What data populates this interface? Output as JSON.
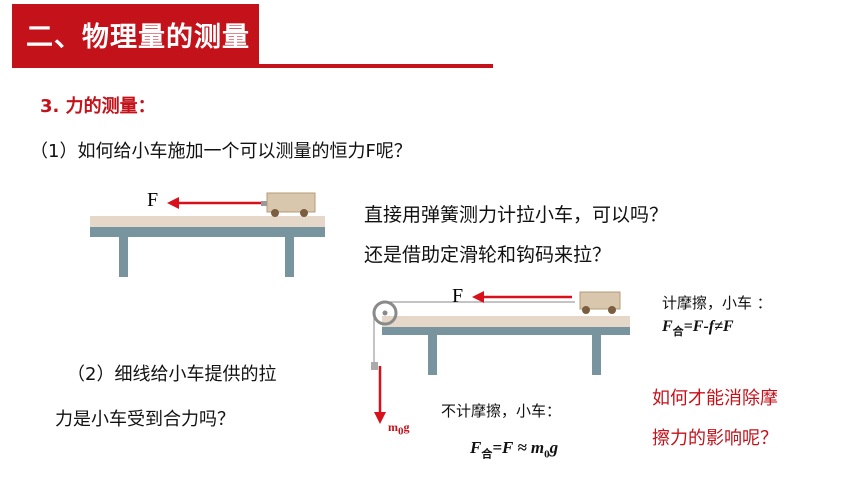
{
  "header": {
    "title": "二、物理量的测量"
  },
  "section": {
    "heading": "3. 力的测量："
  },
  "question1": "（1）如何给小车施加一个可以测量的恒力F呢？",
  "answers": {
    "line1": "直接用弹簧测力计拉小车，可以吗？",
    "line2": "还是借助定滑轮和钩码来拉？"
  },
  "diagram1": {
    "force_label": "F"
  },
  "diagram2": {
    "force_label": "F",
    "weight_label": "m",
    "weight_sub": "0",
    "weight_tail": "g"
  },
  "with_friction": {
    "label": "计摩擦，小车 ：",
    "f_main": "F",
    "f_sub": "合",
    "f_rest": "=F-f≠F"
  },
  "without_friction": {
    "label": "不计摩擦，小车：",
    "f_main": "F",
    "f_sub": "合",
    "f_rest": "=F ≈ m",
    "m_sub": "0",
    "m_tail": "g"
  },
  "question2": {
    "line1": "（2）细线给小车提供的拉",
    "line2": "力是小车受到合力吗？"
  },
  "red_question": {
    "line1": "如何才能消除摩",
    "line2": "擦力的影响呢？"
  },
  "colors": {
    "accent": "#c4121b",
    "table_top": "#e5d8c8",
    "table_edge": "#78949e"
  }
}
